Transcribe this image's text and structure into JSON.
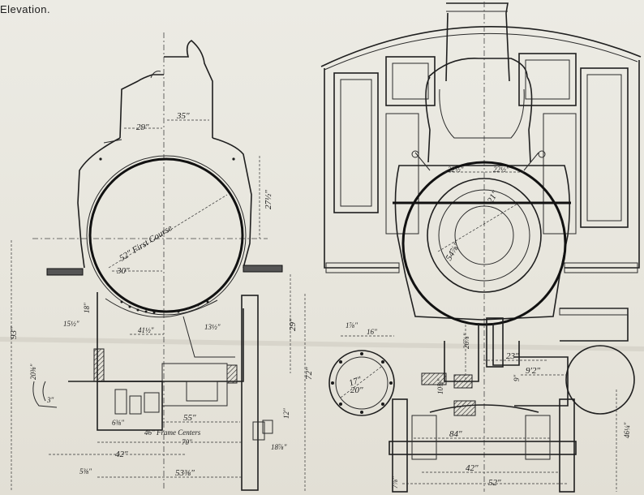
{
  "title": "Elevation.",
  "left_view": {
    "dims": {
      "d35": "35\"",
      "d29": "29\"",
      "d27": "27½\"",
      "first_course": "52\" First Course",
      "d30": "30\"",
      "d41": "41½\"",
      "d13": "13½\"",
      "d29v": "29\"",
      "d93": "93\"",
      "d72": "72\"",
      "d55": "55\"",
      "frame_centers": "46\" Frame Centers",
      "d70": "70\"",
      "d42": "42\"",
      "d53": "53⅜\"",
      "d18": "18\"",
      "d15": "15½\"",
      "d20": "20⅜\"",
      "d3": "3\"",
      "d6": "6⅜\"",
      "d12": "12\"",
      "d18b": "18⅞\"",
      "d5": "5⅜\""
    }
  },
  "right_view": {
    "dims": {
      "d22a": "22½\"",
      "d22b": "22½\"",
      "d21": "21\"",
      "d54": "54⅞\"",
      "d16": "16\"",
      "d14": "1⅞\"",
      "d26": "26⅞\"",
      "d23": "23\"",
      "d17": "17\"",
      "d20": "20\"",
      "d9": "9\"",
      "d9_2": "9'2\"",
      "d84": "84\"",
      "d42": "42\"",
      "d52": "52\"",
      "d46": "46¼\"",
      "d10": "10⅜\"",
      "d7": "7⅞\""
    }
  }
}
